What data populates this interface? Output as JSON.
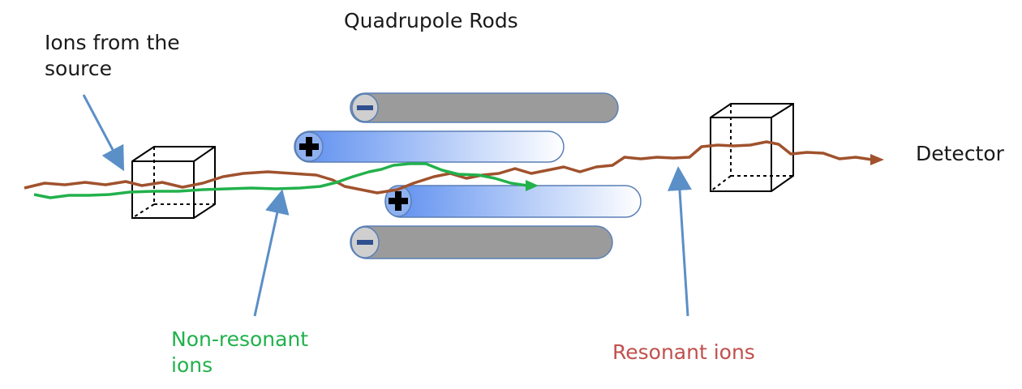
{
  "title": "Quadrupole Rods",
  "labels": {
    "source_line1": "Ions from the",
    "source_line2": "source",
    "detector": "Detector",
    "nonresonant_line1": "Non-resonant",
    "nonresonant_line2": "ions",
    "resonant": "Resonant ions"
  },
  "rods": [
    {
      "charge": "minus",
      "fill": "gray"
    },
    {
      "charge": "plus",
      "fill": "blue-gradient"
    },
    {
      "charge": "plus",
      "fill": "blue-gradient"
    },
    {
      "charge": "minus",
      "fill": "gray"
    }
  ],
  "colors": {
    "resonant_path": "#a0522d",
    "nonresonant_path": "#22b14c",
    "pointer_arrow": "#5b8fc7",
    "gray_rod": "#9b9b9b",
    "blue_rod": "#6a9be8"
  }
}
